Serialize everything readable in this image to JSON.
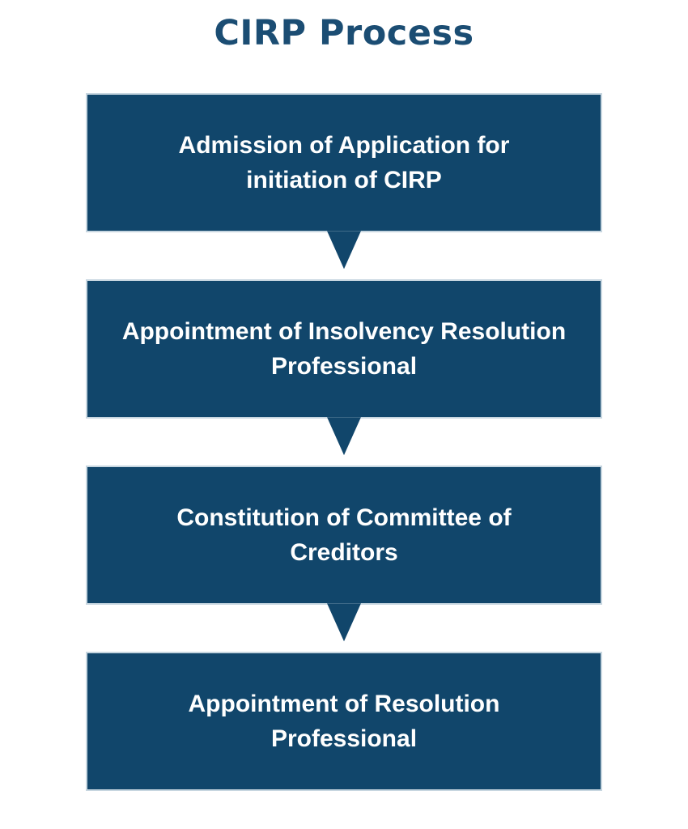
{
  "title": "CIRP Process",
  "colors": {
    "background": "#FFFFFF",
    "title_text": "#1B4D73",
    "box_fill": "#11466B",
    "box_border": "#C7D6E0",
    "box_text": "#FFFFFF"
  },
  "steps": [
    {
      "lines": [
        "Admission of Application for",
        "initiation of CIRP"
      ]
    },
    {
      "lines": [
        "Appointment of Insolvency Resolution",
        "Professional"
      ]
    },
    {
      "lines": [
        "Constitution of Committee of",
        "Creditors"
      ]
    },
    {
      "lines": [
        "Appointment of Resolution",
        "Professional"
      ]
    }
  ]
}
